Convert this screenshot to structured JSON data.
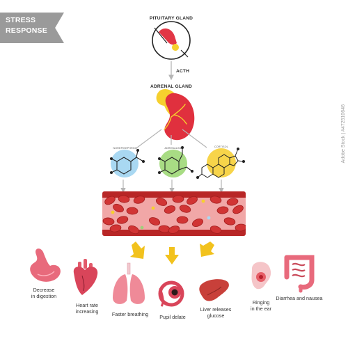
{
  "title": "STRESS\nRESPONSE",
  "glands": {
    "pituitary": "PITUITARY GLAND",
    "acth": "ACTH",
    "adrenal": "ADRENAL GLAND"
  },
  "hormones": {
    "norepinephrine": "NOREPINEPHRINE",
    "adrenaline": "ADRENALINE",
    "cortisol": "CORTISOL"
  },
  "effects": {
    "digestion": "Decrease\nin digestion",
    "heart": "Heart rate\nincreasing",
    "breathing": "Faster breathing",
    "pupil": "Pupil delate",
    "liver": "Liver releases\nglucose",
    "ear": "Ringing\nin the ear",
    "diarrhea": "Diarrhea and nausea"
  },
  "watermark": "Adobe Stock | #472510646",
  "colors": {
    "norepinephrine_circle": "#a9d8f2",
    "adrenaline_circle": "#a8dc84",
    "cortisol_circle": "#f7d44a",
    "blood": "#c62a2a",
    "arrow_yellow": "#f2c21d"
  }
}
